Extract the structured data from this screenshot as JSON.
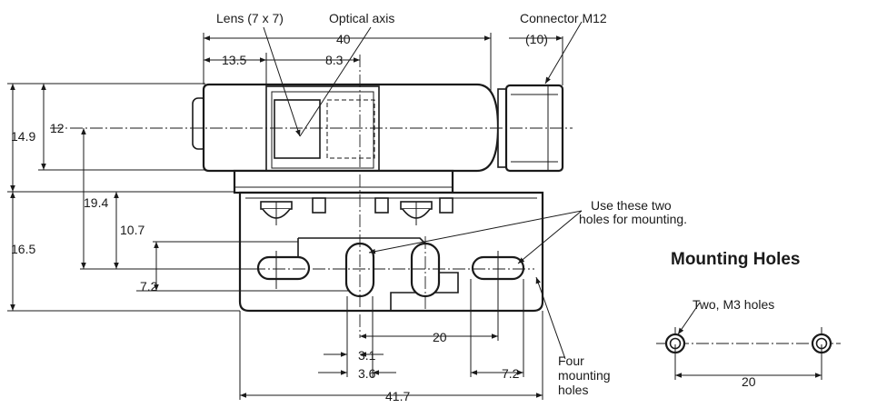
{
  "labels": {
    "lens": "Lens (7 x 7)",
    "optical_axis": "Optical axis",
    "connector": "Connector M12",
    "use_holes_line1": "Use these two",
    "use_holes_line2": "holes for mounting.",
    "four_line1": "Four",
    "four_line2": "mounting",
    "four_line3": "holes",
    "two_m3": "Two, M3 holes"
  },
  "title": "Mounting Holes",
  "dimensions": {
    "d40": "40",
    "d10": "(10)",
    "d13_5": "13.5",
    "d8_3": "8.3",
    "d14_9": "14.9",
    "d12": "12",
    "d19_4": "19.4",
    "d10_7": "10.7",
    "d16_5": "16.5",
    "d7_2_left": "7.2",
    "d20_main": "20",
    "d3_1": "3.1",
    "d3_6": "3.6",
    "d7_2_bottom": "7.2",
    "d41_7": "41.7",
    "d20_mount": "20"
  }
}
